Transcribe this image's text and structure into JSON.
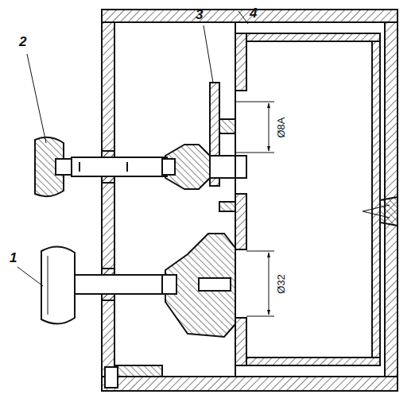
{
  "diagram": {
    "labels": [
      "2",
      "3",
      "4",
      "1",
      "Ø8A",
      "Ø32"
    ]
  }
}
